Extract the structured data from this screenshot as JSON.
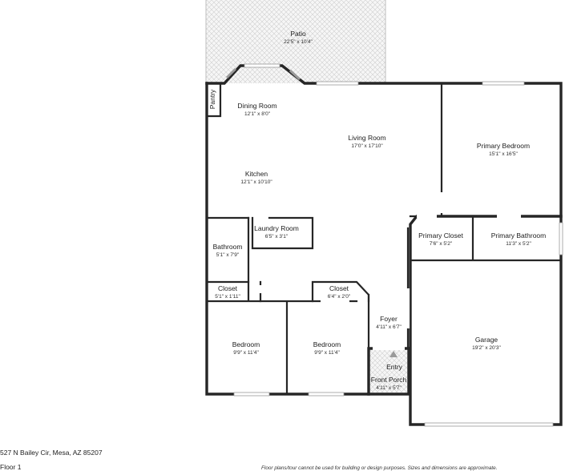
{
  "rooms": {
    "patio": {
      "name": "Patio",
      "dim": "22'5\" x 10'4\""
    },
    "pantry": {
      "name": "Pantry"
    },
    "dining_room": {
      "name": "Dining Room",
      "dim": "12'1\" x 8'0\""
    },
    "living_room": {
      "name": "Living Room",
      "dim": "17'0\" x 17'10\""
    },
    "primary_bedroom": {
      "name": "Primary Bedroom",
      "dim": "15'1\" x 16'5\""
    },
    "kitchen": {
      "name": "Kitchen",
      "dim": "12'1\" x 10'10\""
    },
    "laundry_room": {
      "name": "Laundry Room",
      "dim": "6'5\" x 3'1\""
    },
    "bathroom": {
      "name": "Bathroom",
      "dim": "5'1\" x 7'9\""
    },
    "primary_closet": {
      "name": "Primary Closet",
      "dim": "7'6\" x 5'2\""
    },
    "primary_bathroom": {
      "name": "Primary Bathroom",
      "dim": "11'3\" x 5'2\""
    },
    "closet_left": {
      "name": "Closet",
      "dim": "5'1\" x 1'11\""
    },
    "closet_mid": {
      "name": "Closet",
      "dim": "6'4\" x 2'0\""
    },
    "foyer": {
      "name": "Foyer",
      "dim": "4'11\" x 6'7\""
    },
    "garage": {
      "name": "Garage",
      "dim": "19'2\" x 20'3\""
    },
    "bedroom_left": {
      "name": "Bedroom",
      "dim": "9'9\" x 11'4\""
    },
    "bedroom_mid": {
      "name": "Bedroom",
      "dim": "9'9\" x 11'4\""
    },
    "entry": {
      "name": "Entry"
    },
    "front_porch": {
      "name": "Front Porch",
      "dim": "4'11\" x 5'7\""
    }
  },
  "footer": {
    "address": "527 N Bailey Cir, Mesa, AZ 85207",
    "floor": "Floor 1",
    "disclaimer": "Floor plans/tour cannot be used for building or design purposes. Sizes and dimensions are approximate."
  },
  "colors": {
    "wall": "#262626",
    "tile_pattern": "#cfcfcf",
    "background": "#ffffff"
  }
}
